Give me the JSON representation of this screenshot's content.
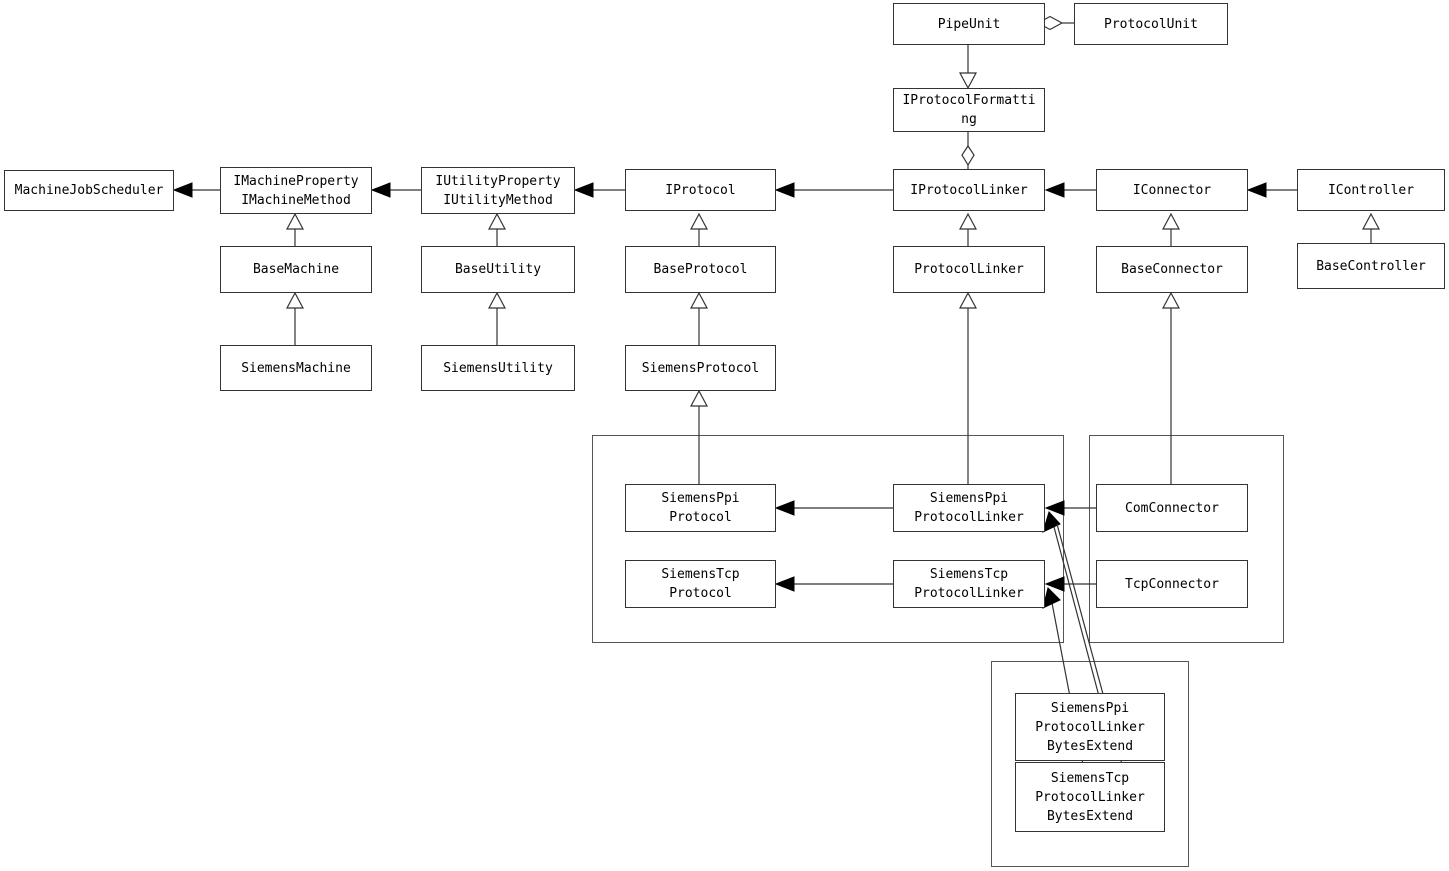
{
  "diagram": {
    "title": "Protocol Framework Class Diagram",
    "type": "uml-class-diagram",
    "colors": {
      "background": "#ffffff",
      "node_border": "#333333",
      "node_fill": "#ffffff",
      "group_border": "#555555",
      "edge": "#333333",
      "text": "#000000"
    }
  },
  "nodes": {
    "pipe_unit": "PipeUnit",
    "protocol_unit": "ProtocolUnit",
    "iprotocol_formatting": "IProtocolFormatti\nng",
    "machine_job_scheduler": "MachineJobScheduler",
    "imachine_property": "IMachineProperty\nIMachineMethod",
    "iutility_property": "IUtilityProperty\nIUtilityMethod",
    "iprotocol": "IProtocol",
    "iprotocol_linker": "IProtocolLinker",
    "iconnector": "IConnector",
    "icontroller": "IController",
    "base_machine": "BaseMachine",
    "base_utility": "BaseUtility",
    "base_protocol": "BaseProtocol",
    "protocol_linker": "ProtocolLinker",
    "base_connector": "BaseConnector",
    "base_controller": "BaseController",
    "siemens_machine": "SiemensMachine",
    "siemens_utility": "SiemensUtility",
    "siemens_protocol": "SiemensProtocol",
    "siemens_ppi_protocol": "SiemensPpi\nProtocol",
    "siemens_tcp_protocol": "SiemensTcp\nProtocol",
    "siemens_ppi_protocol_linker": "SiemensPpi\nProtocolLinker",
    "siemens_tcp_protocol_linker": "SiemensTcp\nProtocolLinker",
    "com_connector": "ComConnector",
    "tcp_connector": "TcpConnector",
    "siemens_ppi_protocol_linker_bytes_extend": "SiemensPpi\nProtocolLinker\nBytesExtend",
    "siemens_tcp_protocol_linker_bytes_extend": "SiemensTcp\nProtocolLinker\nBytesExtend"
  }
}
